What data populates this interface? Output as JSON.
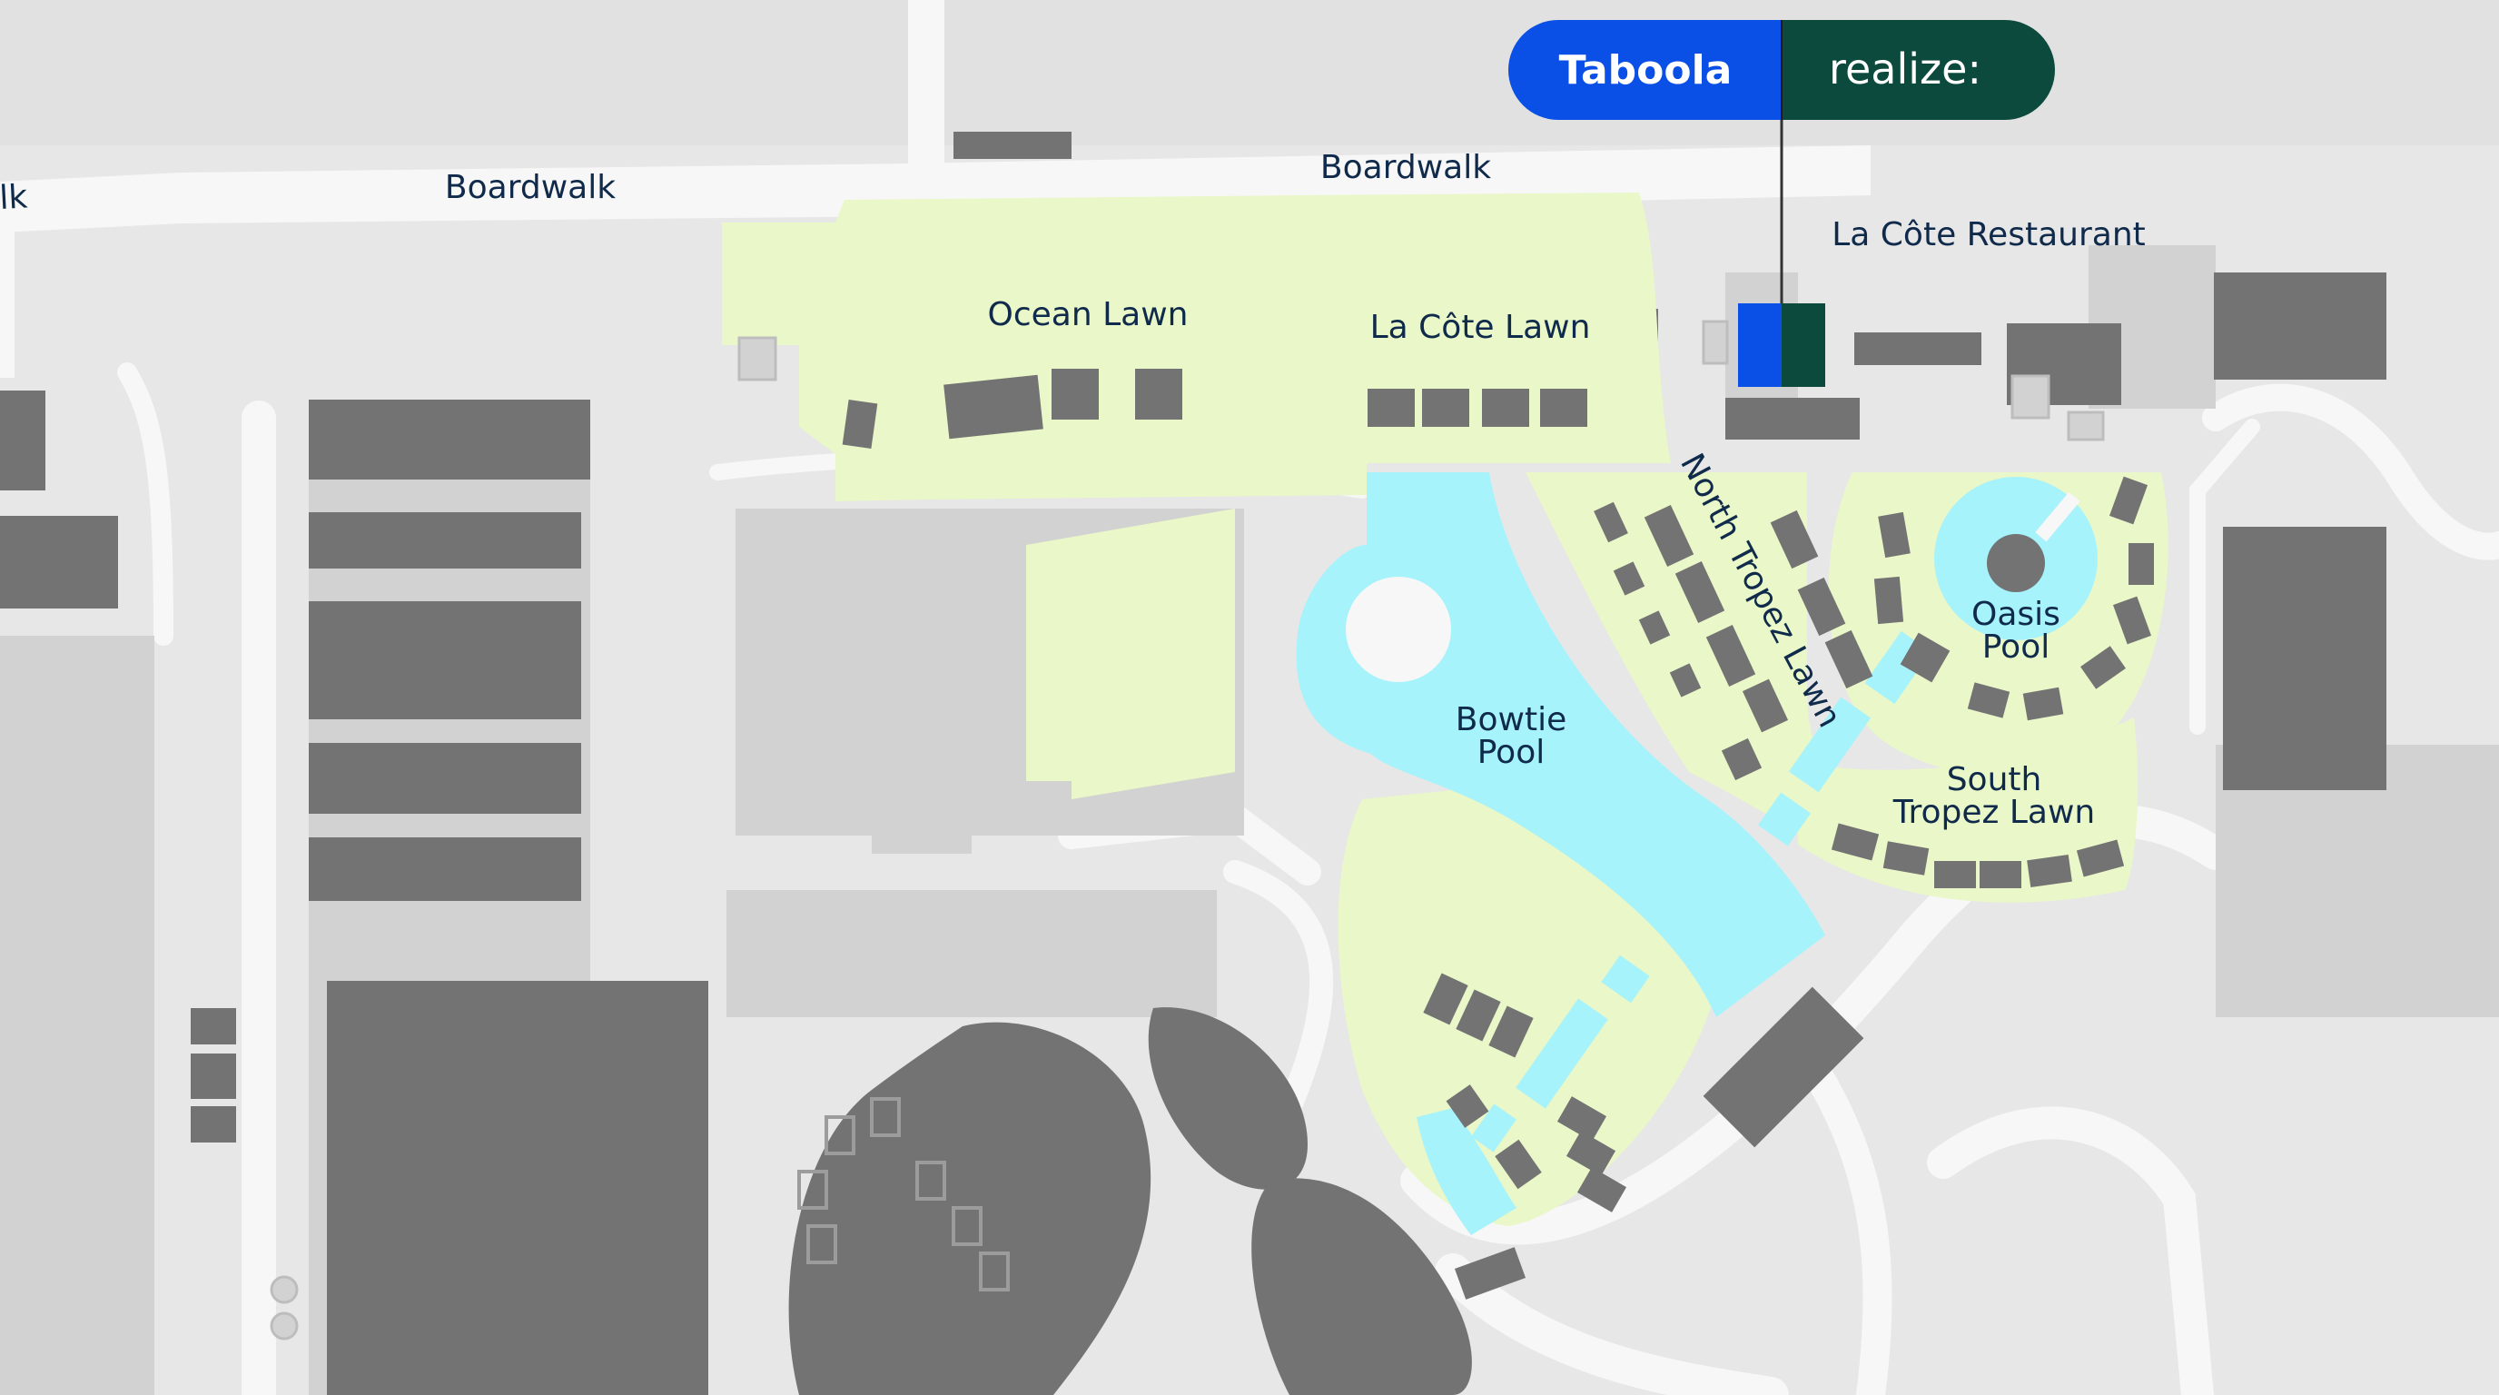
{
  "colors": {
    "background": "#e7e7e7",
    "road": "#f7f7f7",
    "building": "#737373",
    "building_light": "#cfcfcf",
    "lawn": "#eaf7c8",
    "pool": "#a7f3fb",
    "label": "#0f2a4a",
    "taboola_blue": "#0a4fe6",
    "realize_green": "#0b4a3c"
  },
  "brand": {
    "taboola": "Taboola",
    "realize": "realize:"
  },
  "labels": {
    "boardwalk_fragment": "lk",
    "boardwalk_left": "Boardwalk",
    "boardwalk_right": "Boardwalk",
    "ocean_lawn": "Ocean Lawn",
    "la_cote_lawn": "La Côte Lawn",
    "la_cote_restaurant": "La Côte Restaurant",
    "north_tropez_lawn": "North Tropez Lawn",
    "oasis_pool_line1": "Oasis",
    "oasis_pool_line2": "Pool",
    "bowtie_pool_line1": "Bowtie",
    "bowtie_pool_line2": "Pool",
    "south_tropez_line1": "South",
    "south_tropez_line2": "Tropez Lawn"
  }
}
